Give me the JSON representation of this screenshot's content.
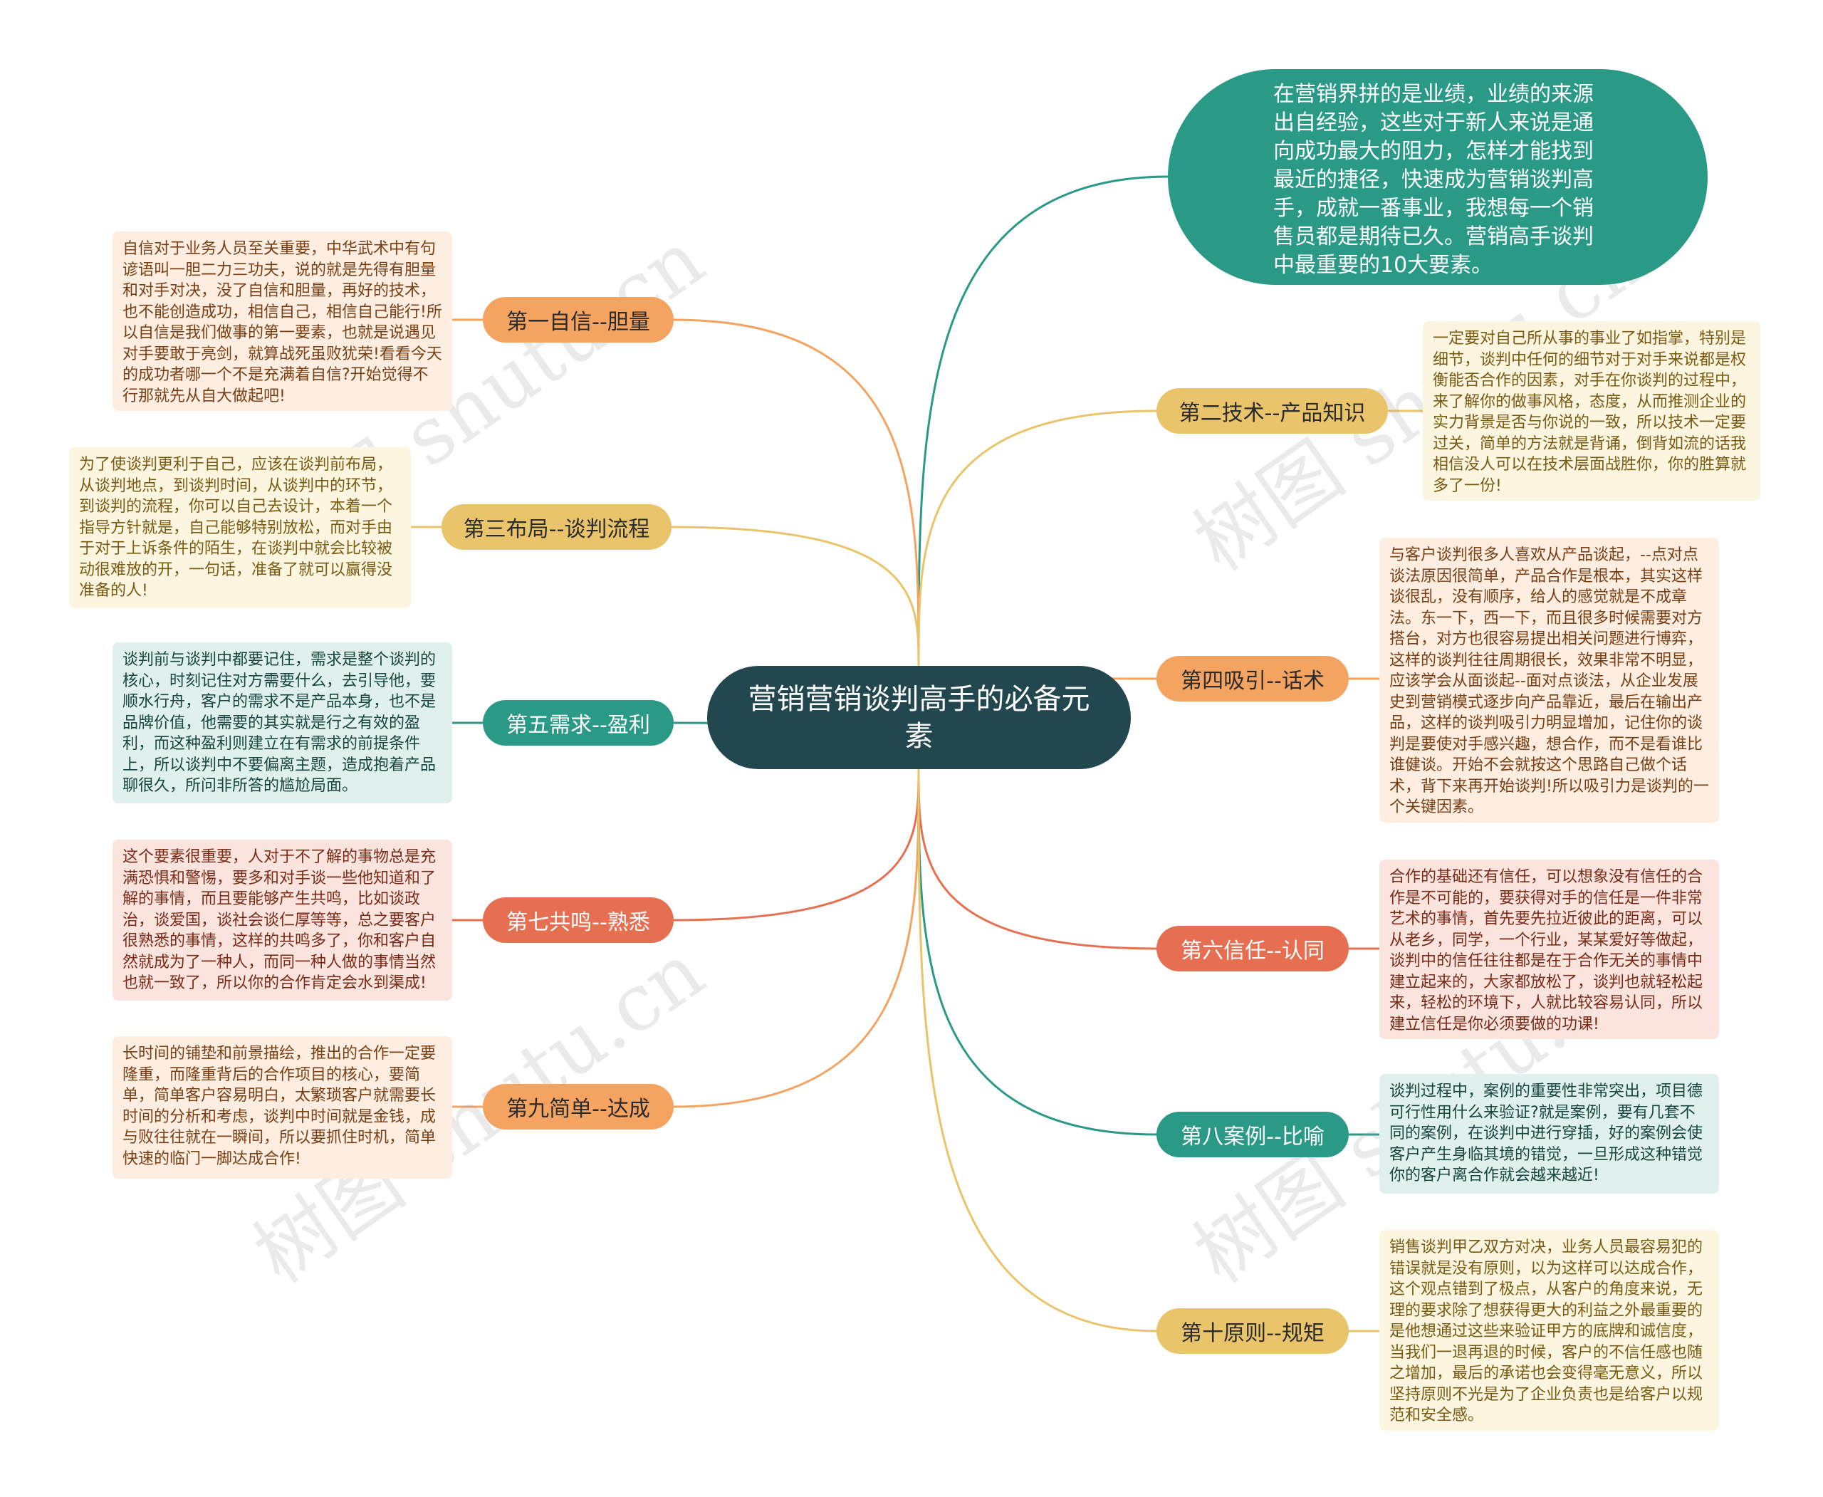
{
  "colors": {
    "center": "#23474f",
    "teal": "#2a9a87",
    "orange": "#f4a361",
    "yellow": "#e9c46a",
    "red": "#e76f51"
  },
  "center": {
    "text": "营销营销谈判高手的必备元素"
  },
  "intro": {
    "text": "在营销界拼的是业绩，业绩的来源出自经验，这些对于新人来说是通向成功最大的阻力，怎样才能找到最近的捷径，快速成为营销谈判高手，成就一番事业，我想每一个销售员都是期待已久。营销高手谈判中最重要的10大要素。"
  },
  "branches": [
    {
      "label": "第一自信--胆量",
      "note": "自信对于业务人员至关重要，中华武术中有句谚语叫一胆二力三功夫，说的就是先得有胆量和对手对决，没了自信和胆量，再好的技术，也不能创造成功，相信自己，相信自己能行!所以自信是我们做事的第一要素，也就是说遇见对手要敢于亮剑，就算战死虽败犹荣!看看今天的成功者哪一个不是充满着自信?开始觉得不行那就先从自大做起吧!"
    },
    {
      "label": "第二技术--产品知识",
      "note": "一定要对自己所从事的事业了如指掌，特别是细节，谈判中任何的细节对于对手来说都是权衡能否合作的因素，对手在你谈判的过程中，来了解你的做事风格，态度，从而推测企业的实力背景是否与你说的一致，所以技术一定要过关，简单的方法就是背诵，倒背如流的话我相信没人可以在技术层面战胜你，你的胜算就多了一份!"
    },
    {
      "label": "第三布局--谈判流程",
      "note": "为了使谈判更利于自己，应该在谈判前布局，从谈判地点，到谈判时间，从谈判中的环节，到谈判的流程，你可以自己去设计，本着一个指导方针就是，自己能够特别放松，而对手由于对于上诉条件的陌生，在谈判中就会比较被动很难放的开，一句话，准备了就可以赢得没准备的人!"
    },
    {
      "label": "第四吸引--话术",
      "note": "与客户谈判很多人喜欢从产品谈起，--点对点谈法原因很简单，产品合作是根本，其实这样谈很乱，没有顺序，给人的感觉就是不成章法。东一下，西一下，而且很多时候需要对方搭台，对方也很容易提出相关问题进行博弈，这样的谈判往往周期很长，效果非常不明显，应该学会从面谈起--面对点谈法，从企业发展史到营销模式逐步向产品靠近，最后在输出产品，这样的谈判吸引力明显增加，记住你的谈判是要使对手感兴趣，想合作，而不是看谁比谁健谈。开始不会就按这个思路自己做个话术，背下来再开始谈判!所以吸引力是谈判的一个关键因素。"
    },
    {
      "label": "第五需求--盈利",
      "note": "谈判前与谈判中都要记住，需求是整个谈判的核心，时刻记住对方需要什么，去引导他，要顺水行舟，客户的需求不是产品本身，也不是品牌价值，他需要的其实就是行之有效的盈利，而这种盈利则建立在有需求的前提条件上，所以谈判中不要偏离主题，造成抱着产品聊很久，所问非所答的尴尬局面。"
    },
    {
      "label": "第六信任--认同",
      "note": "合作的基础还有信任，可以想象没有信任的合作是不可能的，要获得对手的信任是一件非常艺术的事情，首先要先拉近彼此的距离，可以从老乡，同学，一个行业，某某爱好等做起，谈判中的信任往往都是在于合作无关的事情中建立起来的，大家都放松了，谈判也就轻松起来，轻松的环境下，人就比较容易认同，所以建立信任是你必须要做的功课!"
    },
    {
      "label": "第七共鸣--熟悉",
      "note": "这个要素很重要，人对于不了解的事物总是充满恐惧和警惕，要多和对手谈一些他知道和了解的事情，而且要能够产生共鸣，比如谈政治，谈爱国，谈社会谈仁厚等等，总之要客户很熟悉的事情，这样的共鸣多了，你和客户自然就成为了一种人，而同一种人做的事情当然也就一致了，所以你的合作肯定会水到渠成!"
    },
    {
      "label": "第八案例--比喻",
      "note": "谈判过程中，案例的重要性非常突出，项目德可行性用什么来验证?就是案例，要有几套不同的案例，在谈判中进行穿插，好的案例会使客户产生身临其境的错觉，一旦形成这种错觉你的客户离合作就会越来越近!"
    },
    {
      "label": "第九简单--达成",
      "note": "长时间的铺垫和前景描绘，推出的合作一定要隆重，而隆重背后的合作项目的核心，要简单，简单客户容易明白，太繁琐客户就需要长时间的分析和考虑，谈判中时间就是金钱，成与败往往就在一瞬间，所以要抓住时机，简单快速的临门一脚达成合作!"
    },
    {
      "label": "第十原则--规矩",
      "note": "销售谈判甲乙双方对决，业务人员最容易犯的错误就是没有原则，以为这样可以达成合作，这个观点错到了极点，从客户的角度来说，无理的要求除了想获得更大的利益之外最重要的是他想通过这些来验证甲方的底牌和诚信度，当我们一退再退的时候，客户的不信任感也随之增加，最后的承诺也会变得毫无意义，所以坚持原则不光是为了企业负责也是给客户以规范和安全感。"
    }
  ],
  "watermark": {
    "text": "树图 shutu.cn"
  }
}
